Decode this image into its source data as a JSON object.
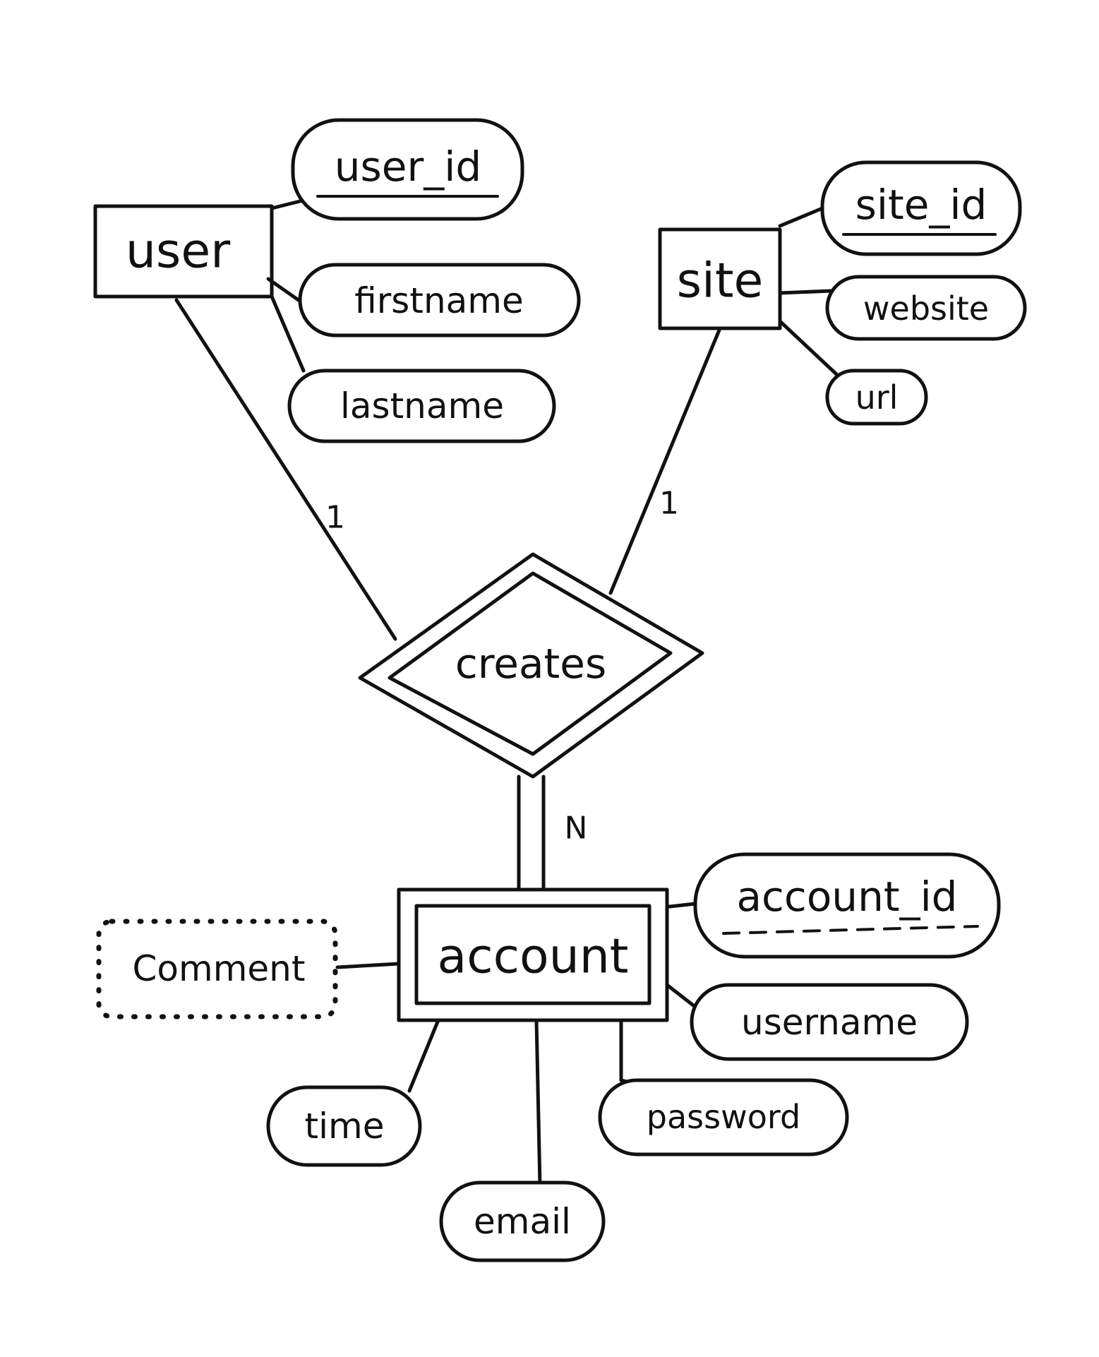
{
  "entities": {
    "user": "user",
    "site": "site",
    "account": "account"
  },
  "relationship": {
    "creates": "creates"
  },
  "attributes": {
    "user_id": "user_id",
    "firstname": "firstname",
    "lastname": "lastname",
    "site_id": "site_id",
    "website": "website",
    "url": "url",
    "account_id": "account_id",
    "username": "username",
    "password": "password",
    "email": "email",
    "time": "time",
    "comment": "Comment"
  },
  "cardinality": {
    "user_creates": "1",
    "site_creates": "1",
    "account_creates": "N"
  }
}
